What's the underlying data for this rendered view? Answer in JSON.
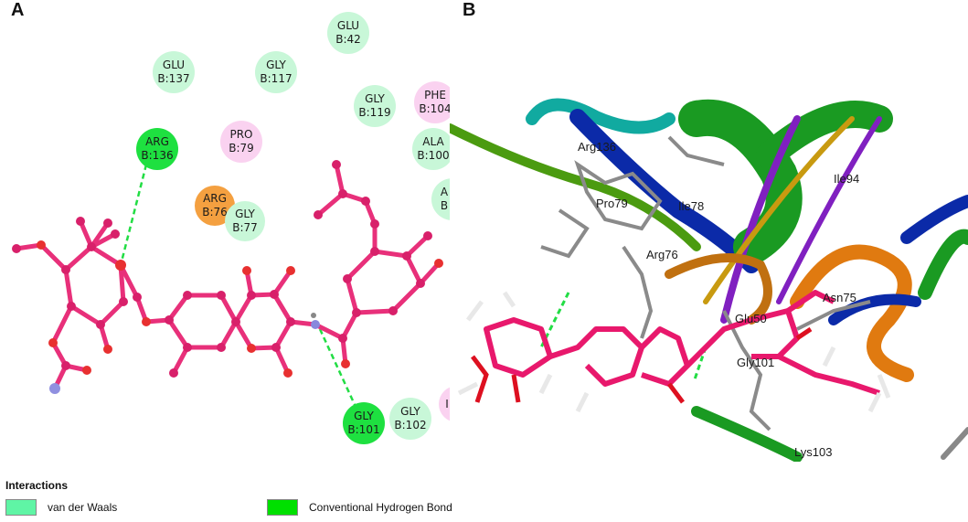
{
  "panel_a": {
    "letter": "A",
    "residues": [
      {
        "name": "GLU",
        "chain": "B:42",
        "type": "vdw"
      },
      {
        "name": "GLU",
        "chain": "B:137",
        "type": "vdw"
      },
      {
        "name": "GLY",
        "chain": "B:117",
        "type": "vdw"
      },
      {
        "name": "GLY",
        "chain": "B:119",
        "type": "vdw"
      },
      {
        "name": "PHE",
        "chain": "B:104",
        "type": "pi"
      },
      {
        "name": "ARG",
        "chain": "B:136",
        "type": "hbond"
      },
      {
        "name": "PRO",
        "chain": "B:79",
        "type": "pi"
      },
      {
        "name": "ALA",
        "chain": "B:100",
        "type": "vdw"
      },
      {
        "name": "A",
        "chain": "B",
        "type": "vdw"
      },
      {
        "name": "ARG",
        "chain": "B:76",
        "type": "cation"
      },
      {
        "name": "GLY",
        "chain": "B:77",
        "type": "vdw"
      },
      {
        "name": "GLY",
        "chain": "B:101",
        "type": "hbond"
      },
      {
        "name": "GLY",
        "chain": "B:102",
        "type": "vdw"
      },
      {
        "name": "I",
        "chain": "",
        "type": "pi"
      }
    ]
  },
  "panel_b": {
    "letter": "B",
    "labels": [
      "Arg136",
      "Pro79",
      "Ile78",
      "Ile94",
      "Arg76",
      "Asn75",
      "Glu50",
      "Gly101",
      "Lys103"
    ]
  },
  "legend": {
    "title": "Interactions",
    "items": [
      {
        "label": "van der Waals",
        "color": "#5ff5a5"
      },
      {
        "label": "Conventional Hydrogen Bond",
        "color": "#00e000"
      }
    ]
  },
  "colors": {
    "ligand": "#e8307a",
    "vdw": "#c8f7d8",
    "hbond": "#1ee040",
    "pi": "#fad2f0",
    "cation": "#f4a040"
  }
}
